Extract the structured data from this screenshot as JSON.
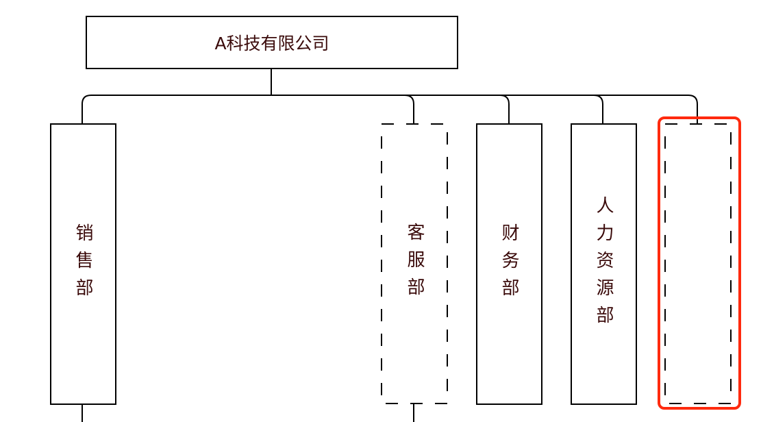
{
  "root": {
    "label": "A科技有限公司"
  },
  "departments": [
    {
      "label": "销售部",
      "style": "solid"
    },
    {
      "label": "客服部",
      "style": "dashed"
    },
    {
      "label": "财务部",
      "style": "solid"
    },
    {
      "label": "人力资源部",
      "style": "solid"
    },
    {
      "label": "",
      "style": "dashed",
      "selected": true
    }
  ],
  "colors": {
    "line": "#000000",
    "text": "#3a0a0a",
    "selection": "#ff2a0e"
  }
}
